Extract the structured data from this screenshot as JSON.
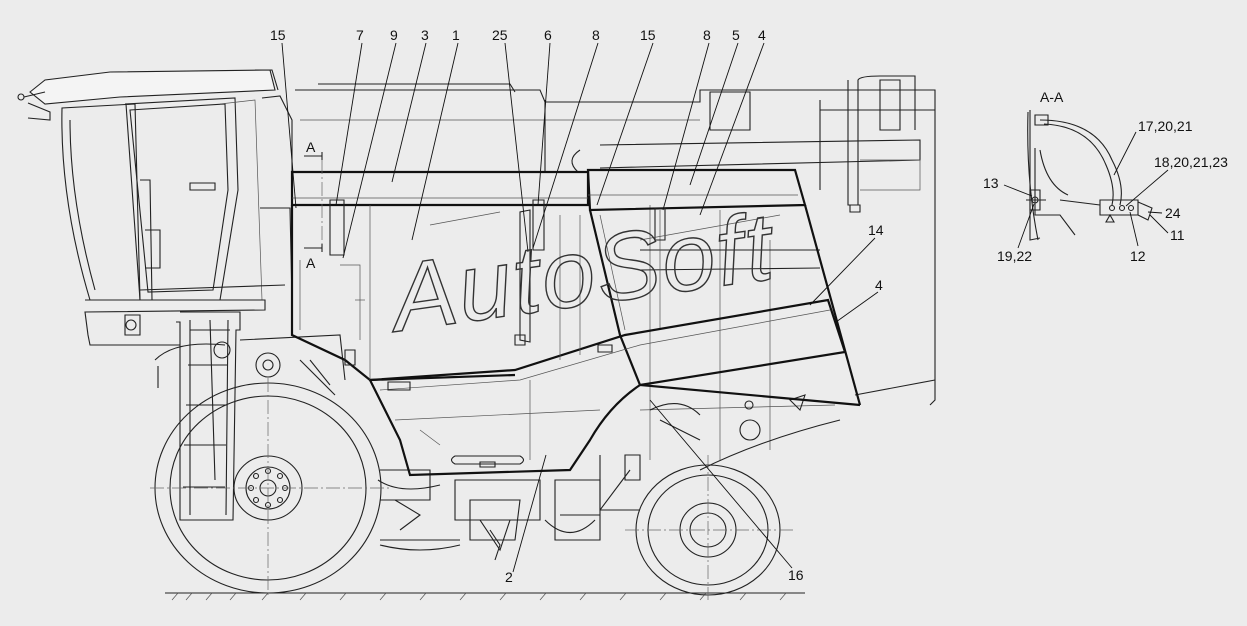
{
  "watermark": "AutoSoft",
  "section": {
    "title": "A-A"
  },
  "section_marks": [
    {
      "id": "cut-top",
      "text": "A"
    },
    {
      "id": "cut-bottom",
      "text": "A"
    }
  ],
  "callouts_main": [
    {
      "id": "c15a",
      "text": "15"
    },
    {
      "id": "c7",
      "text": "7"
    },
    {
      "id": "c9",
      "text": "9"
    },
    {
      "id": "c3",
      "text": "3"
    },
    {
      "id": "c1",
      "text": "1"
    },
    {
      "id": "c25",
      "text": "25"
    },
    {
      "id": "c6",
      "text": "6"
    },
    {
      "id": "c8a",
      "text": "8"
    },
    {
      "id": "c15b",
      "text": "15"
    },
    {
      "id": "c8b",
      "text": "8"
    },
    {
      "id": "c5",
      "text": "5"
    },
    {
      "id": "c4a",
      "text": "4"
    },
    {
      "id": "c14",
      "text": "14"
    },
    {
      "id": "c4b",
      "text": "4"
    },
    {
      "id": "c2",
      "text": "2"
    },
    {
      "id": "c16",
      "text": "16"
    }
  ],
  "callouts_detail": [
    {
      "id": "d17",
      "text": "17,20,21"
    },
    {
      "id": "d18",
      "text": "18,20,21,23"
    },
    {
      "id": "d13",
      "text": "13"
    },
    {
      "id": "d24",
      "text": "24"
    },
    {
      "id": "d11",
      "text": "11"
    },
    {
      "id": "d12",
      "text": "12"
    },
    {
      "id": "d19",
      "text": "19,22"
    }
  ]
}
